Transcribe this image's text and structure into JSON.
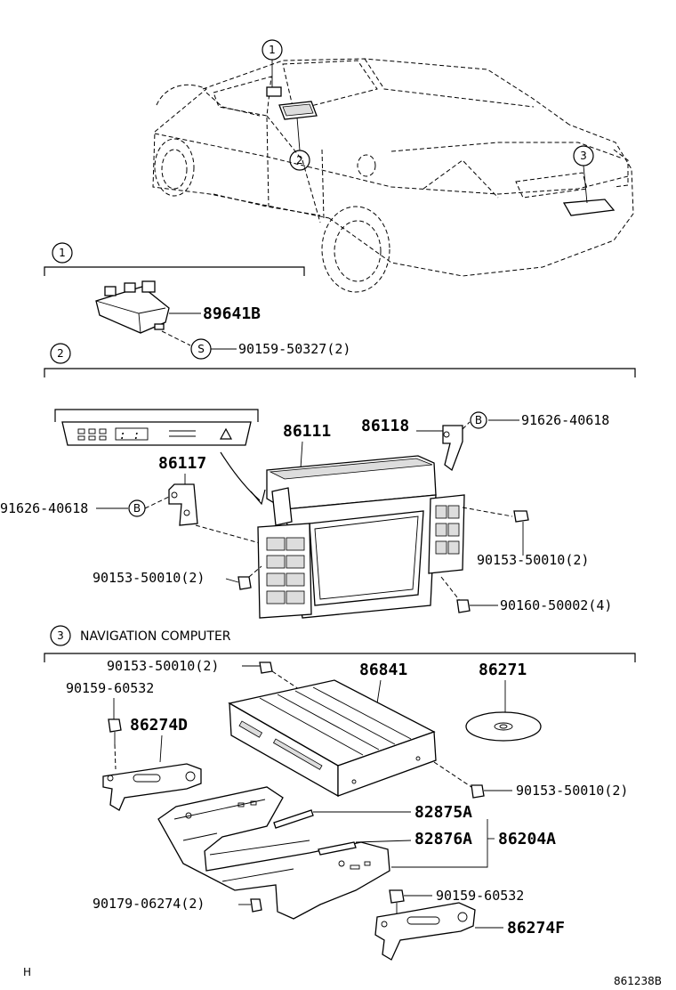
{
  "callouts": {
    "c1": "1",
    "c2": "2",
    "c3": "3"
  },
  "sections": {
    "s1": {
      "num": "1"
    },
    "s2": {
      "num": "2"
    },
    "s3": {
      "num": "3",
      "title": "NAVIGATION COMPUTER"
    }
  },
  "symbols": {
    "s": "S",
    "b": "B"
  },
  "parts": {
    "p89641B": "89641B",
    "p90159_50327": "90159-50327(2)",
    "p86111": "86111",
    "p86118": "86118",
    "p91626_40618_r": "91626-40618",
    "p86117": "86117",
    "p91626_40618_l": "91626-40618",
    "p90153_50010_r": "90153-50010(2)",
    "p90153_50010_l": "90153-50010(2)",
    "p90160_50002": "90160-50002(4)",
    "p90153_50010_top": "90153-50010(2)",
    "p86841": "86841",
    "p86271": "86271",
    "p90159_60532_a": "90159-60532",
    "p86274D": "86274D",
    "p90153_50010_bot": "90153-50010(2)",
    "p82875A": "82875A",
    "p82876A": "82876A",
    "p86204A": "86204A",
    "p90159_60532_b": "90159-60532",
    "p90179_06274": "90179-06274(2)",
    "p86274F": "86274F"
  },
  "footer": {
    "left_mark": "H",
    "diagram_id": "861238B"
  }
}
